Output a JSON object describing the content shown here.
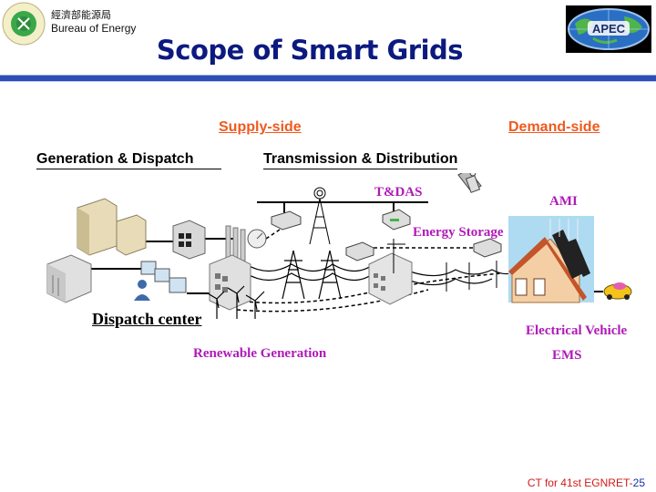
{
  "header": {
    "org_name_cn": "經濟部能源局",
    "org_name_en": "Bureau of Energy",
    "logo_left": "bureau-of-energy-logo",
    "logo_right": {
      "label": "APEC"
    }
  },
  "slide": {
    "title": "Scope of Smart Grids",
    "accent_color": "#2d4fb5",
    "title_color": "#0c1a80"
  },
  "diagram": {
    "side_labels": {
      "supply": "Supply-side",
      "demand": "Demand-side",
      "color": "#ee5a1f"
    },
    "section_labels": {
      "generation": "Generation & Dispatch",
      "transmission": "Transmission & Distribution"
    },
    "component_labels": {
      "tdas": "T&DAS",
      "energy_storage": "Energy Storage",
      "ami": "AMI",
      "dispatch_center": "Dispatch center",
      "renewable_generation": "Renewable Generation",
      "electrical_vehicle": "Electrical Vehicle",
      "ems": "EMS",
      "color": "#b01ab8"
    }
  },
  "footer": {
    "text": "CT for 41st EGNRET-",
    "page_number": "25"
  }
}
